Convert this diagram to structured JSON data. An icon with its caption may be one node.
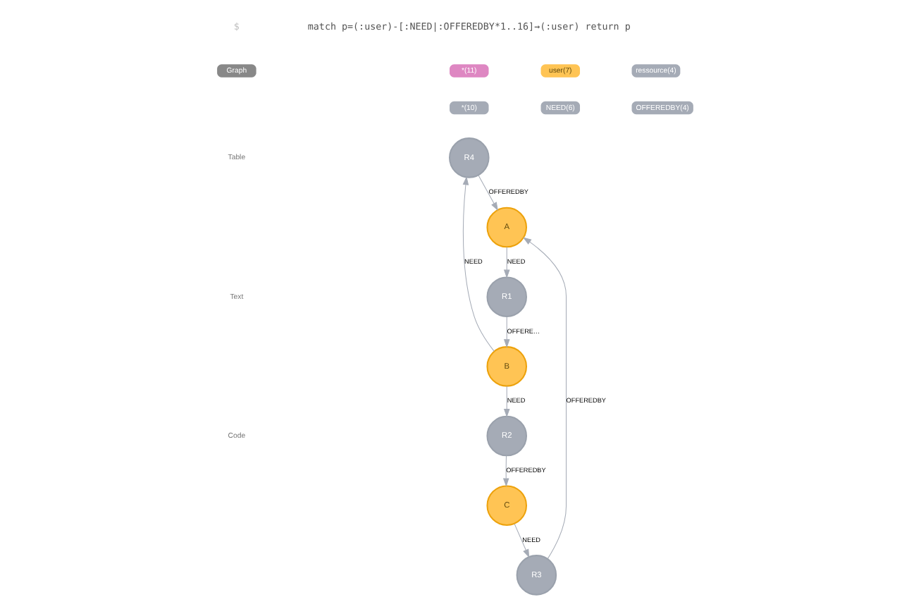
{
  "diagram": {
    "nodes": [
      {
        "text": [
          "R4"
        ]
      },
      {
        "text": [
          "B"
        ]
      },
      {
        "text": [
          "R1"
        ]
      },
      {
        "text": [
          "A"
        ]
      },
      {
        "text": [
          "R2"
        ]
      },
      {
        "text": [
          "R3"
        ]
      },
      {
        "text": [
          "C"
        ]
      }
    ],
    "edges": [
      {
        "from": 1,
        "to": 0,
        "arrow": "to",
        "label": "NEED"
      },
      {
        "from": 0,
        "to": 3,
        "arrow": "to",
        "label": "OFFEREDBY"
      },
      {
        "from": 3,
        "to": 2,
        "arrow": "to",
        "label": "NEED"
      },
      {
        "from": 2,
        "to": 1,
        "arrow": "to",
        "label": "OFFERE…"
      },
      {
        "from": 1,
        "to": 4,
        "arrow": "to",
        "label": "NEED"
      },
      {
        "from": 4,
        "to": 6,
        "arrow": "to",
        "label": "OFFEREDBY"
      },
      {
        "from": 6,
        "to": 5,
        "arrow": "to",
        "label": "NEED"
      },
      {
        "from": 5,
        "to": 3,
        "arrow": "to",
        "label": "OFFEREDBY"
      }
    ],
    "labels": [
      "$",
      "match p=(:user)-[:NEED|:OFFEREDBY*1..16]→(:user) return p",
      "Graph",
      "*(11)",
      "user(7)",
      "ressource(4)",
      "*(10)",
      "NEED(6)",
      "OFFEREDBY(4)",
      "Table",
      "Text",
      "Code"
    ]
  }
}
